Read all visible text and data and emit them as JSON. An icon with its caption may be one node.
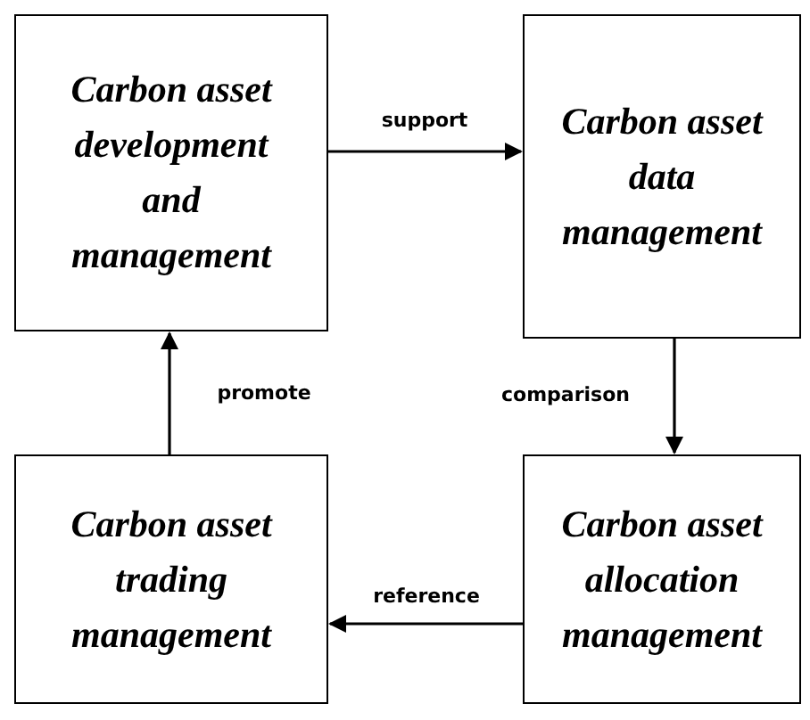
{
  "diagram": {
    "nodes": [
      {
        "text": [
          "Carbon asset development and management"
        ]
      },
      {
        "text": [
          "Carbon asset data management"
        ]
      },
      {
        "text": [
          "Carbon asset trading management"
        ]
      },
      {
        "text": [
          "Carbon asset allocation management"
        ]
      }
    ],
    "edges": [
      {
        "from": 0,
        "to": 1,
        "arrow": "to",
        "label": "support"
      },
      {
        "from": 1,
        "to": 3,
        "arrow": "to",
        "label": "comparison"
      },
      {
        "from": 3,
        "to": 2,
        "arrow": "to",
        "label": "reference"
      },
      {
        "from": 2,
        "to": 0,
        "arrow": "to",
        "label": "promote"
      }
    ]
  }
}
